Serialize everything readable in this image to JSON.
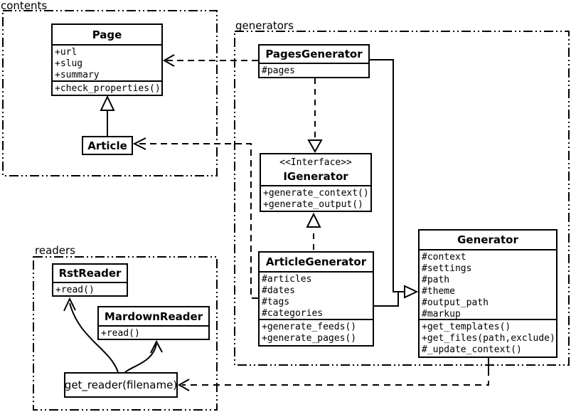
{
  "diagram": {
    "packages": {
      "contents": "contents",
      "generators": "generators",
      "readers": "readers"
    },
    "classes": {
      "page": {
        "title": "Page",
        "attributes": [
          "+url",
          "+slug",
          "+summary"
        ],
        "methods": [
          "+check_properties()"
        ]
      },
      "article": {
        "title": "Article"
      },
      "pages_generator": {
        "title": "PagesGenerator",
        "attributes": [
          "#pages"
        ]
      },
      "igenerator": {
        "stereotype": "<<Interface>>",
        "title": "IGenerator",
        "methods": [
          "+generate_context()",
          "+generate_output()"
        ]
      },
      "article_generator": {
        "title": "ArticleGenerator",
        "attributes": [
          "#articles",
          "#dates",
          "#tags",
          "#categories"
        ],
        "methods": [
          "+generate_feeds()",
          "+generate_pages()"
        ]
      },
      "generator": {
        "title": "Generator",
        "attributes": [
          "#context",
          "#settings",
          "#path",
          "#theme",
          "#output_path",
          "#markup"
        ],
        "methods": [
          "+get_templates()",
          "+get_files(path,exclude)",
          "#_update_context()"
        ]
      },
      "rst_reader": {
        "title": "RstReader",
        "methods": [
          "+read()"
        ]
      },
      "markdown_reader": {
        "title": "MardownReader",
        "methods": [
          "+read()"
        ]
      },
      "get_reader": {
        "title": "get_reader(filename)"
      }
    },
    "colors": {
      "line": "#000000",
      "background": "#ffffff"
    }
  }
}
